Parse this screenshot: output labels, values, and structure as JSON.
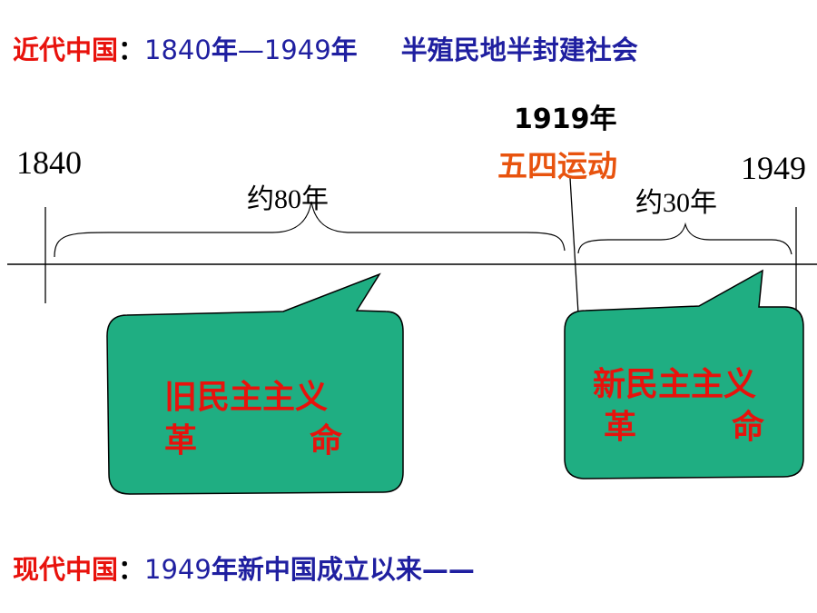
{
  "header": {
    "label": "近代中国",
    "colon": "：",
    "start_year": "1840",
    "year_char_1": "年",
    "dash": "—",
    "end_year": "1949",
    "year_char_2": "年",
    "society": "半殖民地半封建社会"
  },
  "timeline": {
    "start_label": "1840",
    "end_label": "1949",
    "event_year": "1919年",
    "event_name": "五四运动",
    "span_1": "约80年",
    "span_2": "约30年"
  },
  "bubbles": {
    "old": {
      "line1": "旧民主主义",
      "line2_a": "革",
      "line2_b": "命"
    },
    "new": {
      "line1": "新民主主义",
      "line2_a": "革",
      "line2_b": "命"
    }
  },
  "footer": {
    "label": "现代中国",
    "colon": "：",
    "year": "1949",
    "text": "年新中国成立以来——"
  },
  "colors": {
    "bubble_fill": "#1fae82",
    "title_red": "#e8120c",
    "event_orange": "#e8530e",
    "navy": "#1f1fa0"
  }
}
